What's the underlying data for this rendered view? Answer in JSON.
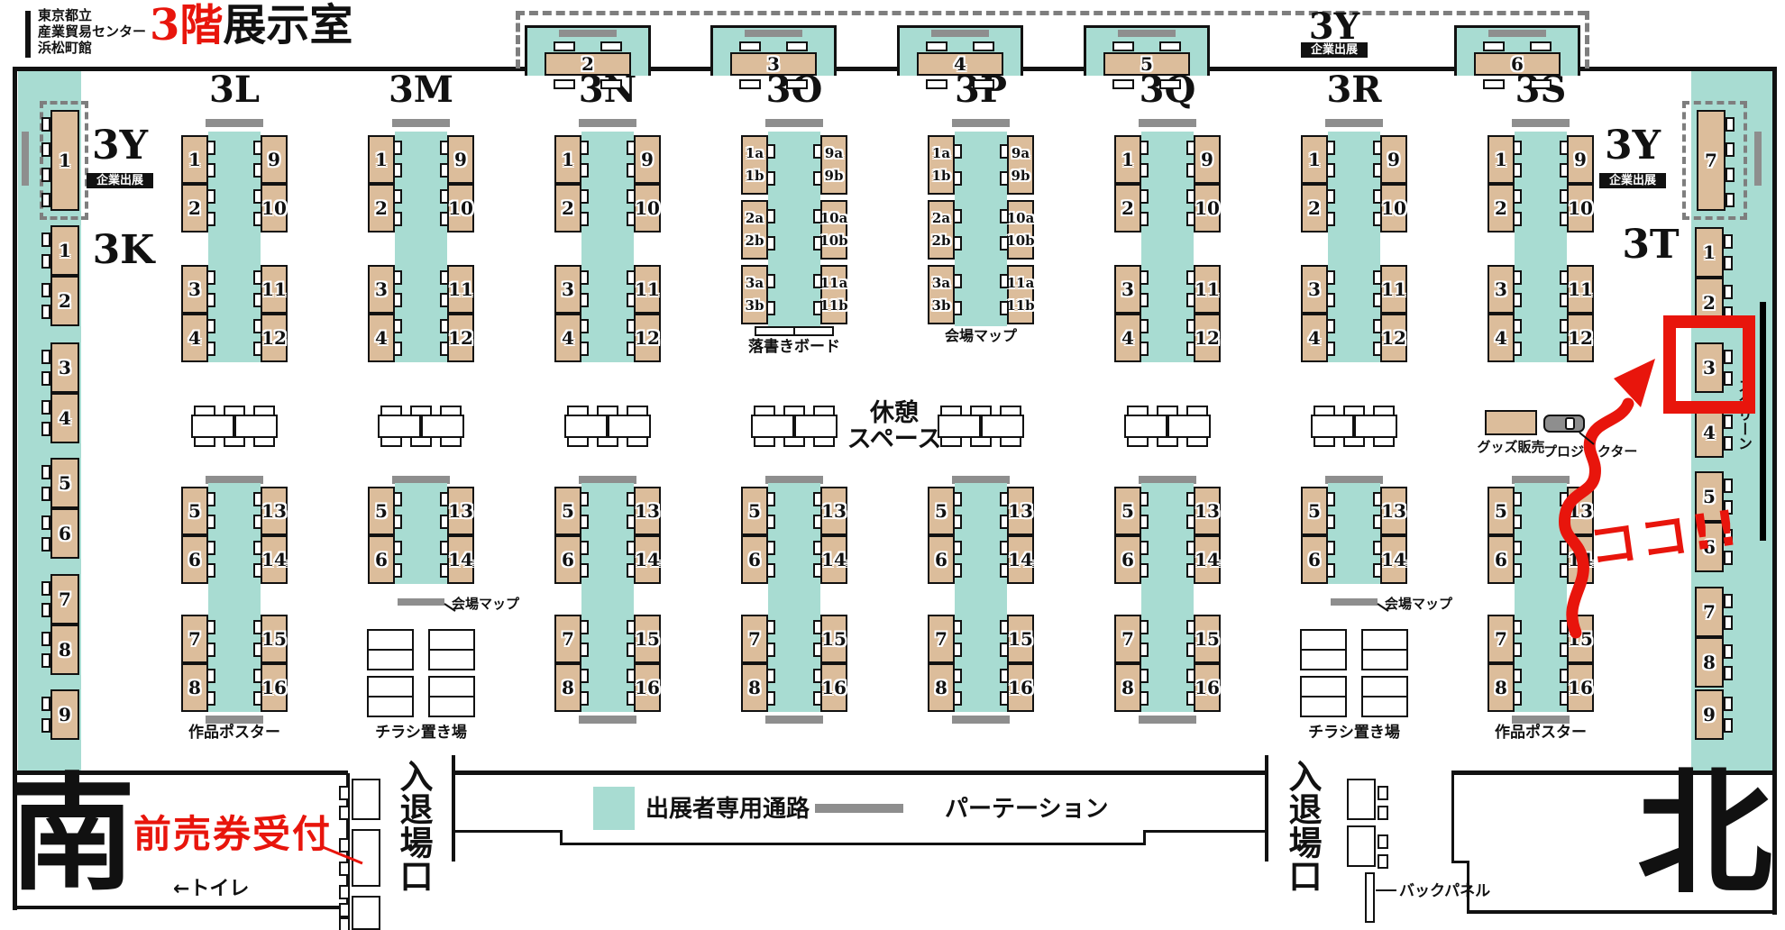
{
  "header": {
    "venue_line1": "東京都立",
    "venue_line2": "産業貿易センター",
    "venue_line3": "浜松町館",
    "title_red": "3階",
    "title_black": "展示室"
  },
  "legend": {
    "aisle": "出展者専用通路",
    "partition": "パーテーション"
  },
  "labels": {
    "south": "南",
    "north": "北",
    "toilet": "←トイレ",
    "advance_ticket": "前売券受付",
    "entrance": "入退場口",
    "screen": "スクリーン",
    "rest_line1": "休憩",
    "rest_line2": "スペース",
    "goods": "グッズ販売",
    "projector": "プロジェクター",
    "back_panel": "バックパネル",
    "here": "ココ!!"
  },
  "corporate": {
    "label": "3Y",
    "sub": "企業出展",
    "top_booths": [
      "2",
      "3",
      "4",
      "5",
      "6"
    ],
    "left_booth": "1",
    "right_booth": "7"
  },
  "columns": {
    "left": {
      "label": "3K",
      "groups": [
        [
          "1",
          "2"
        ],
        [
          "3",
          "4"
        ],
        [
          "5",
          "6"
        ],
        [
          "7",
          "8"
        ],
        [
          "9"
        ]
      ]
    },
    "right": {
      "label": "3T",
      "groups": [
        [
          "1",
          "2"
        ],
        [
          "3"
        ],
        [
          "4"
        ],
        [
          "5",
          "6"
        ],
        [
          "7",
          "8"
        ],
        [
          "9"
        ]
      ]
    }
  },
  "sections": [
    {
      "id": "3L",
      "style": "normal",
      "upper_left": [
        "1",
        "2",
        "3",
        "4"
      ],
      "upper_right": [
        "9",
        "10",
        "11",
        "12"
      ],
      "lower_left": [
        "5",
        "6",
        "7",
        "8"
      ],
      "lower_right": [
        "13",
        "14",
        "15",
        "16"
      ],
      "bottom_label": "作品ポスター"
    },
    {
      "id": "3M",
      "style": "flyer",
      "upper_left": [
        "1",
        "2",
        "3",
        "4"
      ],
      "upper_right": [
        "9",
        "10",
        "11",
        "12"
      ],
      "lower_left": [
        "5",
        "6"
      ],
      "lower_right": [
        "13",
        "14"
      ],
      "mid_label": "会場マップ",
      "bottom_label": "チラシ置き場"
    },
    {
      "id": "3N",
      "style": "normal",
      "upper_left": [
        "1",
        "2",
        "3",
        "4"
      ],
      "upper_right": [
        "9",
        "10",
        "11",
        "12"
      ],
      "lower_left": [
        "5",
        "6",
        "7",
        "8"
      ],
      "lower_right": [
        "13",
        "14",
        "15",
        "16"
      ],
      "bottom_label": ""
    },
    {
      "id": "3O",
      "style": "ab",
      "upper_left": [
        "1a",
        "1b",
        "2a",
        "2b",
        "3a",
        "3b"
      ],
      "upper_right": [
        "9a",
        "9b",
        "10a",
        "10b",
        "11a",
        "11b"
      ],
      "under_upper_label": "落書きボード",
      "has_board": true,
      "lower_left": [
        "5",
        "6",
        "7",
        "8"
      ],
      "lower_right": [
        "13",
        "14",
        "15",
        "16"
      ],
      "bottom_label": ""
    },
    {
      "id": "3P",
      "style": "ab",
      "upper_left": [
        "1a",
        "1b",
        "2a",
        "2b",
        "3a",
        "3b"
      ],
      "upper_right": [
        "9a",
        "9b",
        "10a",
        "10b",
        "11a",
        "11b"
      ],
      "under_upper_label": "会場マップ",
      "has_board": false,
      "lower_left": [
        "5",
        "6",
        "7",
        "8"
      ],
      "lower_right": [
        "13",
        "14",
        "15",
        "16"
      ],
      "bottom_label": ""
    },
    {
      "id": "3Q",
      "style": "normal",
      "upper_left": [
        "1",
        "2",
        "3",
        "4"
      ],
      "upper_right": [
        "9",
        "10",
        "11",
        "12"
      ],
      "lower_left": [
        "5",
        "6",
        "7",
        "8"
      ],
      "lower_right": [
        "13",
        "14",
        "15",
        "16"
      ],
      "bottom_label": ""
    },
    {
      "id": "3R",
      "style": "flyer",
      "upper_left": [
        "1",
        "2",
        "3",
        "4"
      ],
      "upper_right": [
        "9",
        "10",
        "11",
        "12"
      ],
      "lower_left": [
        "5",
        "6"
      ],
      "lower_right": [
        "13",
        "14"
      ],
      "mid_label": "会場マップ",
      "bottom_label": "チラシ置き場"
    },
    {
      "id": "3S",
      "style": "normal",
      "upper_left": [
        "1",
        "2",
        "3",
        "4"
      ],
      "upper_right": [
        "9",
        "10",
        "11",
        "12"
      ],
      "lower_left": [
        "5",
        "6",
        "7",
        "8"
      ],
      "lower_right": [
        "13",
        "14",
        "15",
        "16"
      ],
      "bottom_label": "作品ポスター"
    }
  ],
  "highlight": {
    "booth": "3T-3",
    "note": "ココ!!"
  },
  "colors": {
    "aisle_teal": "#a8dcd2",
    "table_tan": "#dcbd9b",
    "partition_gray": "#8e8e8e",
    "highlight_red": "#e8150c"
  }
}
